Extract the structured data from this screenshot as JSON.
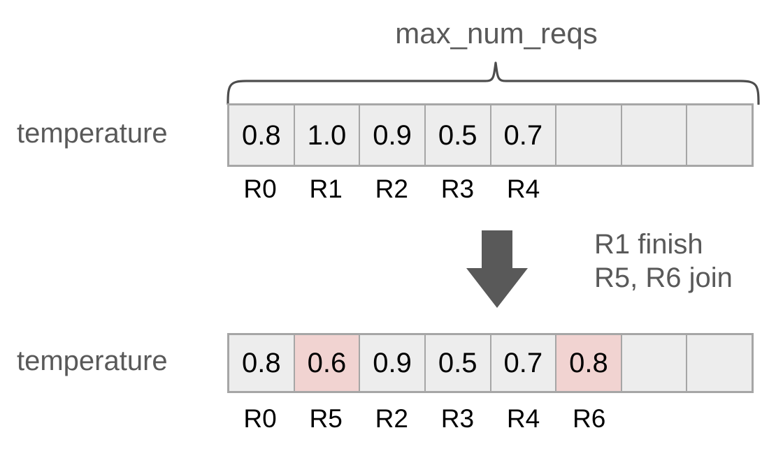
{
  "diagram": {
    "title": "max_num_reqs",
    "colors": {
      "cell_background": "#ededed",
      "cell_highlight": "#f1d3d1",
      "cell_border": "#a6a6a6",
      "gray_text": "#595959",
      "black_text": "#000000",
      "arrow_fill": "#595959",
      "brace_stroke": "#4d4d4d",
      "page_background": "#ffffff"
    },
    "brace": {
      "name": "max_num_reqs-brace",
      "span_label": "max_num_reqs"
    },
    "arrow": {
      "name": "down-arrow-icon",
      "direction": "down"
    },
    "annotation": {
      "line1": "R1 finish",
      "line2": "R5, R6 join"
    },
    "rows": [
      {
        "id": "before",
        "label": "temperature",
        "cells": [
          {
            "value": "0.8",
            "highlight": false
          },
          {
            "value": "1.0",
            "highlight": false
          },
          {
            "value": "0.9",
            "highlight": false
          },
          {
            "value": "0.5",
            "highlight": false
          },
          {
            "value": "0.7",
            "highlight": false
          },
          {
            "value": "",
            "highlight": false
          },
          {
            "value": "",
            "highlight": false
          },
          {
            "value": "",
            "highlight": false
          }
        ],
        "ids": [
          "R0",
          "R1",
          "R2",
          "R3",
          "R4",
          "",
          "",
          ""
        ]
      },
      {
        "id": "after",
        "label": "temperature",
        "cells": [
          {
            "value": "0.8",
            "highlight": false
          },
          {
            "value": "0.6",
            "highlight": true
          },
          {
            "value": "0.9",
            "highlight": false
          },
          {
            "value": "0.5",
            "highlight": false
          },
          {
            "value": "0.7",
            "highlight": false
          },
          {
            "value": "0.8",
            "highlight": true
          },
          {
            "value": "",
            "highlight": false
          },
          {
            "value": "",
            "highlight": false
          }
        ],
        "ids": [
          "R0",
          "R5",
          "R2",
          "R3",
          "R4",
          "R6",
          "",
          ""
        ]
      }
    ]
  }
}
